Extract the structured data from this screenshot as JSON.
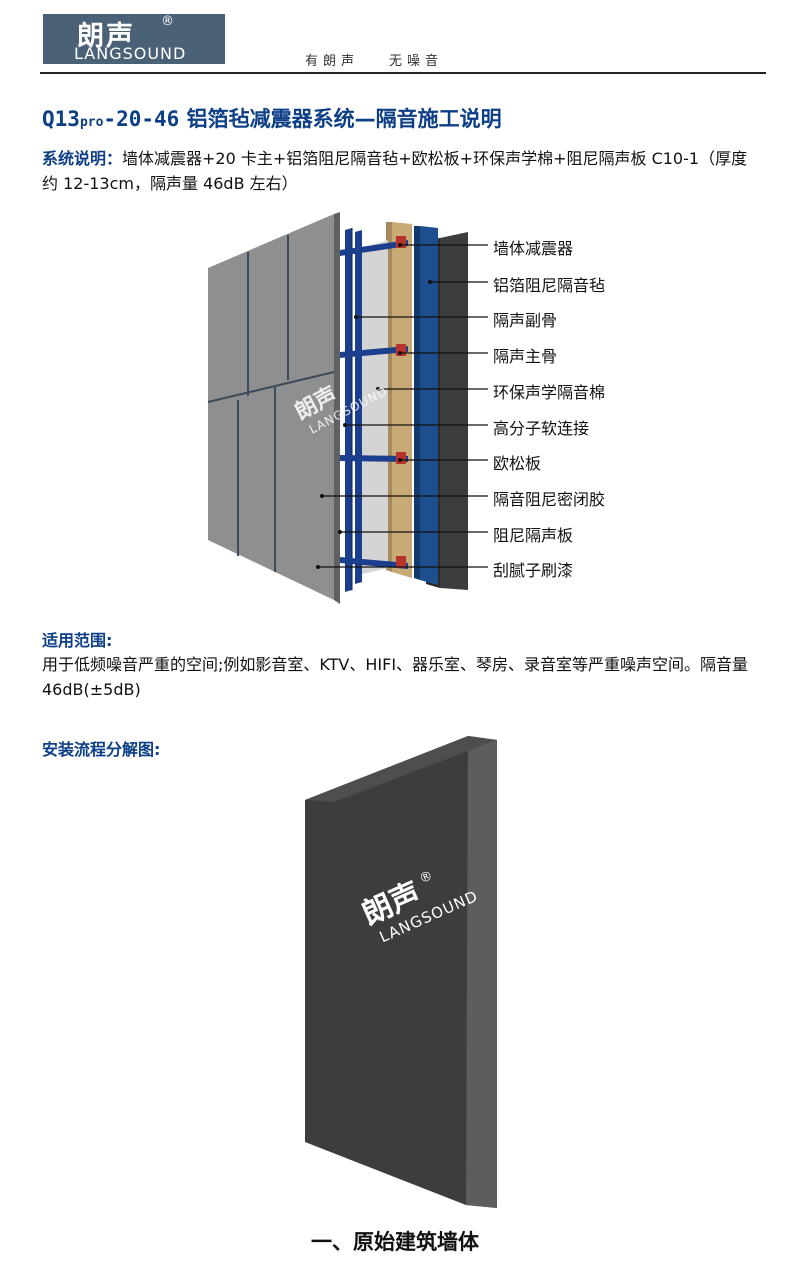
{
  "header": {
    "logo_cn": "朗声",
    "logo_reg": "®",
    "logo_en": "LANGSOUND",
    "slogan_1": "有朗声",
    "slogan_2": "无噪音"
  },
  "title": {
    "model_prefix": "Q13",
    "model_small": "pro",
    "model_suffix": "-20-46",
    "text": "铝箔毡减震器系统—隔音施工说明"
  },
  "system_desc": {
    "label": "系统说明：",
    "text": "墙体减震器+20 卡主+铝箔阻尼隔音毡+欧松板+环保声学棉+阻尼隔声板 C10-1（厚度约 12-13cm，隔声量 46dB 左右）"
  },
  "diagram": {
    "watermark_cn": "朗声",
    "watermark_en": "LANGSOUND",
    "labels": [
      "墙体减震器",
      "铝箔阻尼隔音毡",
      "隔声副骨",
      "隔声主骨",
      "环保声学隔音棉",
      "高分子软连接",
      "欧松板",
      "隔音阻尼密闭胶",
      "阻尼隔声板",
      "刮腻子刷漆"
    ]
  },
  "scope": {
    "heading": "适用范围:",
    "text": "用于低频噪音严重的空间;例如影音室、KTV、HIFI、器乐室、琴房、录音室等严重噪声空间。隔音量 46dB(±5dB)"
  },
  "install": {
    "heading": "安装流程分解图:",
    "watermark_cn": "朗声",
    "watermark_reg": "®",
    "watermark_en": "LANGSOUND",
    "step_caption": "一、原始建筑墙体"
  },
  "colors": {
    "brand_blue": "#0d3f86",
    "logo_bg": "#4a6177",
    "wall_dark": "#3d3d3f",
    "board_gray": "#8e8f90",
    "osb": "#c8aa77",
    "felt_blue": "#1d4f8f"
  }
}
